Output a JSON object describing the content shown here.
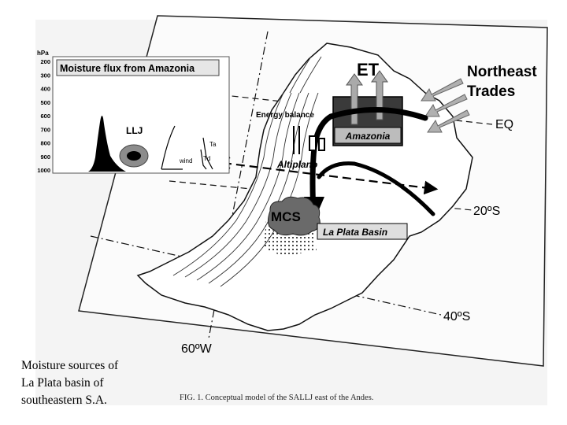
{
  "inset": {
    "title": "Moisture flux from Amazonia",
    "axis_unit": "hPa",
    "pressure_levels": [
      "200",
      "300",
      "400",
      "500",
      "600",
      "700",
      "800",
      "900",
      "1000"
    ],
    "llj_label": "LLJ",
    "wind_label": "wind",
    "ta_label": "Ta",
    "td_label": "Td"
  },
  "map": {
    "et_label": "ET",
    "trades_label_line1": "Northeast",
    "trades_label_line2": "Trades",
    "eq_label": "EQ",
    "energy_label": "Energy balance",
    "amazonia_label": "Amazonia",
    "altiplano_label": "Altiplano",
    "mcs_label": "MCS",
    "laplata_label": "La Plata Basin",
    "lat20_label": "20ºS",
    "lat40_label": "40ºS",
    "lon60_label": "60ºW"
  },
  "caption_side": {
    "line1": "Moisture sources of",
    "line2": "La Plata basin of",
    "line3": "southeastern S.A."
  },
  "figure_caption": "FIG. 1. Conceptual model of the SALLJ east of the Andes."
}
